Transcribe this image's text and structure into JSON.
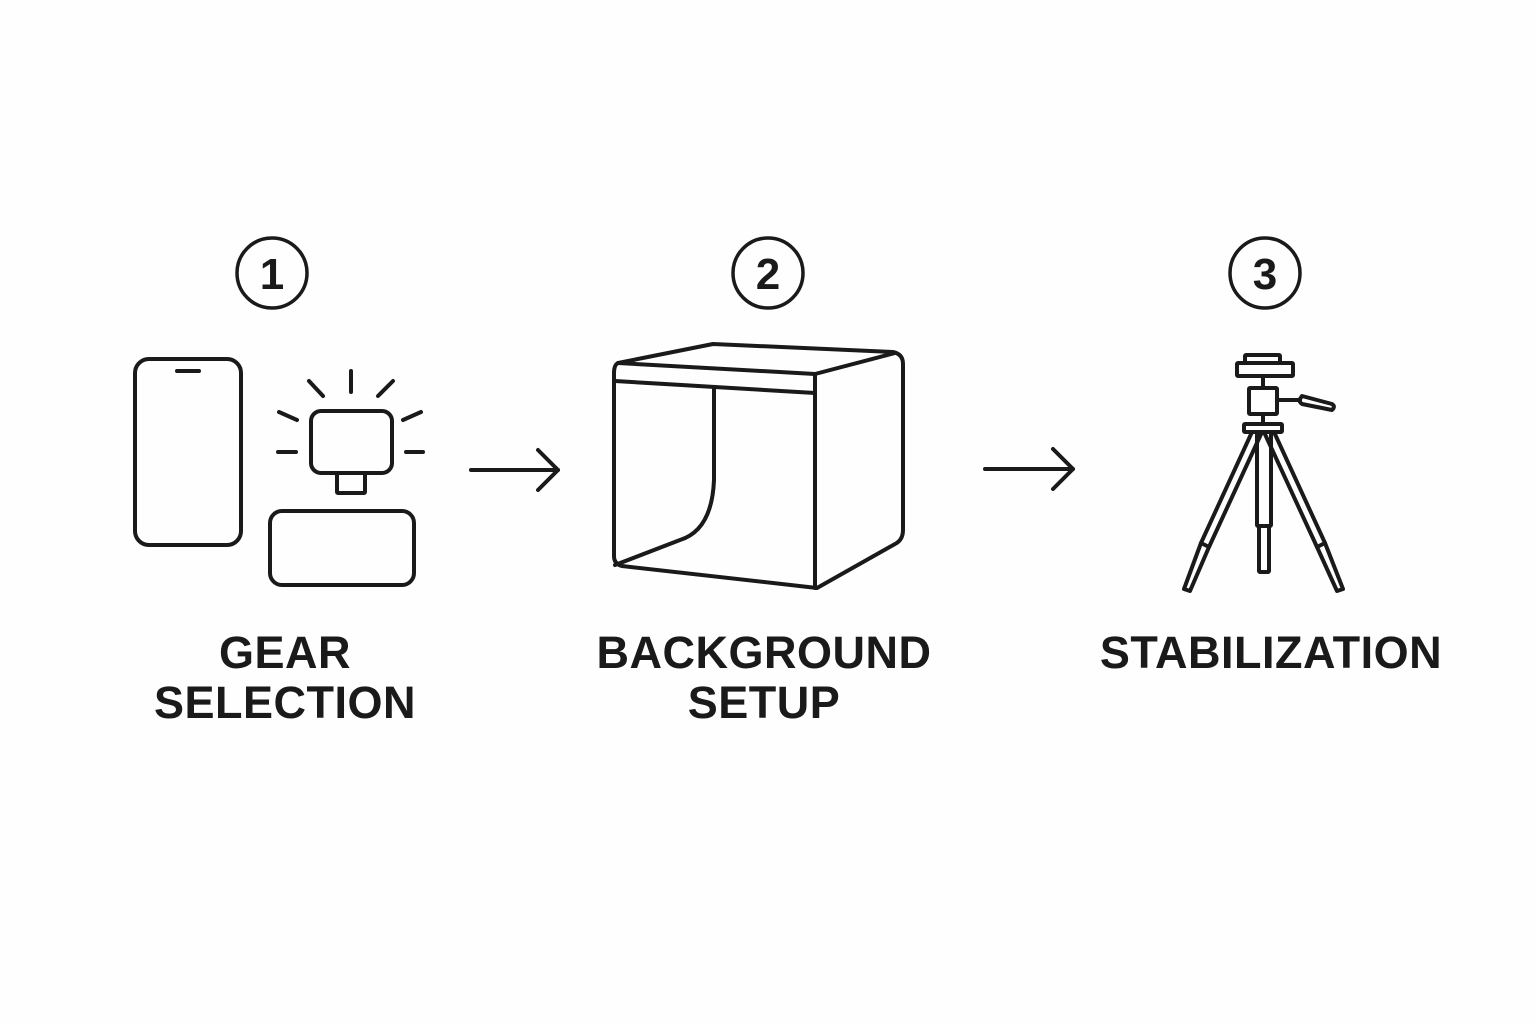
{
  "diagram": {
    "type": "process-flow",
    "stroke_color": "#1a1a1a",
    "background": "#fefefe",
    "steps": [
      {
        "number": "1",
        "title_line1": "GEAR",
        "title_line2": "SELECTION",
        "icon": "phone-and-light-icon"
      },
      {
        "number": "2",
        "title_line1": "BACKGROUND",
        "title_line2": "SETUP",
        "icon": "lightbox-icon"
      },
      {
        "number": "3",
        "title_line1": "STABILIZATION",
        "title_line2": "",
        "icon": "tripod-icon"
      }
    ],
    "connectors": [
      "arrow-right",
      "arrow-right"
    ]
  }
}
